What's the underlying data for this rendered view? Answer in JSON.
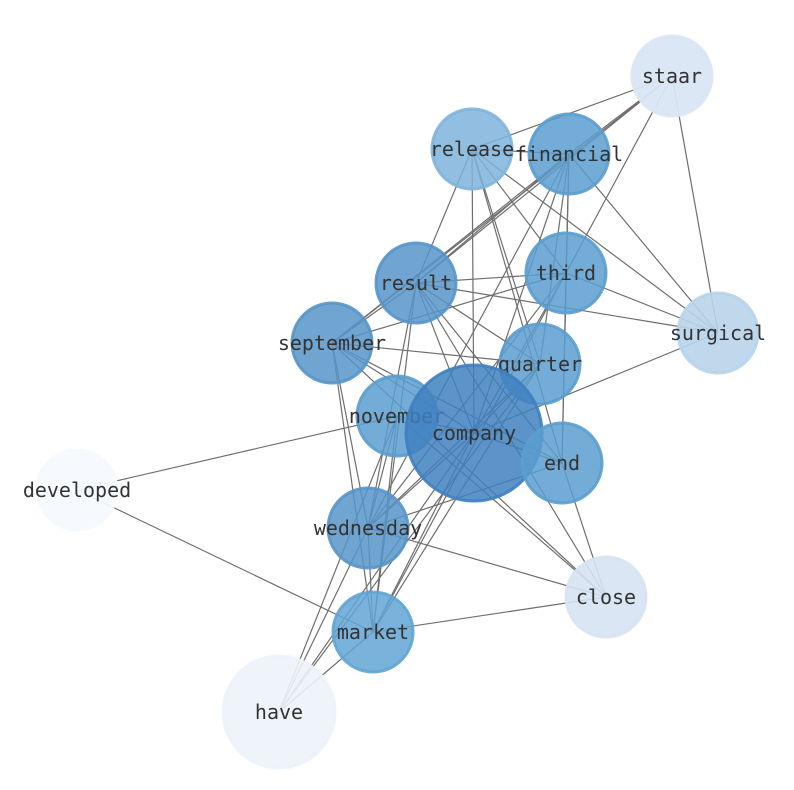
{
  "nodes": [
    {
      "id": "staar",
      "label": "staar",
      "color": "#dae6f4",
      "opacity": 0.95
    },
    {
      "id": "release",
      "label": "release",
      "color": "#7fb4dc",
      "opacity": 0.85
    },
    {
      "id": "financial",
      "label": "financial",
      "color": "#5b9dcf",
      "opacity": 0.85
    },
    {
      "id": "third",
      "label": "third",
      "color": "#5b9dcf",
      "opacity": 0.85
    },
    {
      "id": "result",
      "label": "result",
      "color": "#5795c9",
      "opacity": 0.85
    },
    {
      "id": "surgical",
      "label": "surgical",
      "color": "#b8d4ea",
      "opacity": 0.9
    },
    {
      "id": "september",
      "label": "september",
      "color": "#5795c9",
      "opacity": 0.85
    },
    {
      "id": "quarter",
      "label": "quarter",
      "color": "#5b9dcf",
      "opacity": 0.85
    },
    {
      "id": "november",
      "label": "november",
      "color": "#5b9dcf",
      "opacity": 0.85
    },
    {
      "id": "company",
      "label": "company",
      "color": "#3f80c0",
      "opacity": 0.85
    },
    {
      "id": "end",
      "label": "end",
      "color": "#5b9dcf",
      "opacity": 0.85
    },
    {
      "id": "developed",
      "label": "developed",
      "color": "#f6f9fd",
      "opacity": 0.95
    },
    {
      "id": "wednesday",
      "label": "wednesday",
      "color": "#5795c9",
      "opacity": 0.85
    },
    {
      "id": "close",
      "label": "close",
      "color": "#d6e3f2",
      "opacity": 0.9
    },
    {
      "id": "market",
      "label": "market",
      "color": "#62a4d3",
      "opacity": 0.85
    },
    {
      "id": "have",
      "label": "have",
      "color": "#edf2fa",
      "opacity": 0.9
    }
  ],
  "edges": [
    [
      "staar",
      "release"
    ],
    [
      "staar",
      "financial"
    ],
    [
      "staar",
      "result"
    ],
    [
      "staar",
      "september"
    ],
    [
      "staar",
      "surgical"
    ],
    [
      "staar",
      "third"
    ],
    [
      "release",
      "financial"
    ],
    [
      "release",
      "result"
    ],
    [
      "release",
      "surgical"
    ],
    [
      "release",
      "quarter"
    ],
    [
      "release",
      "end"
    ],
    [
      "release",
      "company"
    ],
    [
      "release",
      "third"
    ],
    [
      "financial",
      "result"
    ],
    [
      "financial",
      "september"
    ],
    [
      "financial",
      "surgical"
    ],
    [
      "financial",
      "third"
    ],
    [
      "financial",
      "end"
    ],
    [
      "financial",
      "company"
    ],
    [
      "financial",
      "wednesday"
    ],
    [
      "financial",
      "quarter"
    ],
    [
      "third",
      "result"
    ],
    [
      "third",
      "september"
    ],
    [
      "third",
      "surgical"
    ],
    [
      "third",
      "end"
    ],
    [
      "third",
      "company"
    ],
    [
      "third",
      "wednesday"
    ],
    [
      "third",
      "market"
    ],
    [
      "result",
      "september"
    ],
    [
      "result",
      "surgical"
    ],
    [
      "result",
      "end"
    ],
    [
      "result",
      "company"
    ],
    [
      "result",
      "close"
    ],
    [
      "result",
      "wednesday"
    ],
    [
      "result",
      "market"
    ],
    [
      "result",
      "quarter"
    ],
    [
      "september",
      "quarter"
    ],
    [
      "september",
      "company"
    ],
    [
      "september",
      "end"
    ],
    [
      "september",
      "close"
    ],
    [
      "september",
      "wednesday"
    ],
    [
      "september",
      "market"
    ],
    [
      "quarter",
      "company"
    ],
    [
      "quarter",
      "wednesday"
    ],
    [
      "quarter",
      "market"
    ],
    [
      "quarter",
      "have"
    ],
    [
      "surgical",
      "company"
    ],
    [
      "november",
      "company"
    ],
    [
      "november",
      "developed"
    ],
    [
      "november",
      "wednesday"
    ],
    [
      "november",
      "market"
    ],
    [
      "november",
      "close"
    ],
    [
      "november",
      "have"
    ],
    [
      "company",
      "end"
    ],
    [
      "company",
      "wednesday"
    ],
    [
      "company",
      "market"
    ],
    [
      "company",
      "have"
    ],
    [
      "end",
      "close"
    ],
    [
      "end",
      "wednesday"
    ],
    [
      "developed",
      "market"
    ],
    [
      "wednesday",
      "close"
    ],
    [
      "wednesday",
      "market"
    ],
    [
      "wednesday",
      "have"
    ],
    [
      "market",
      "close"
    ],
    [
      "market",
      "have"
    ]
  ]
}
